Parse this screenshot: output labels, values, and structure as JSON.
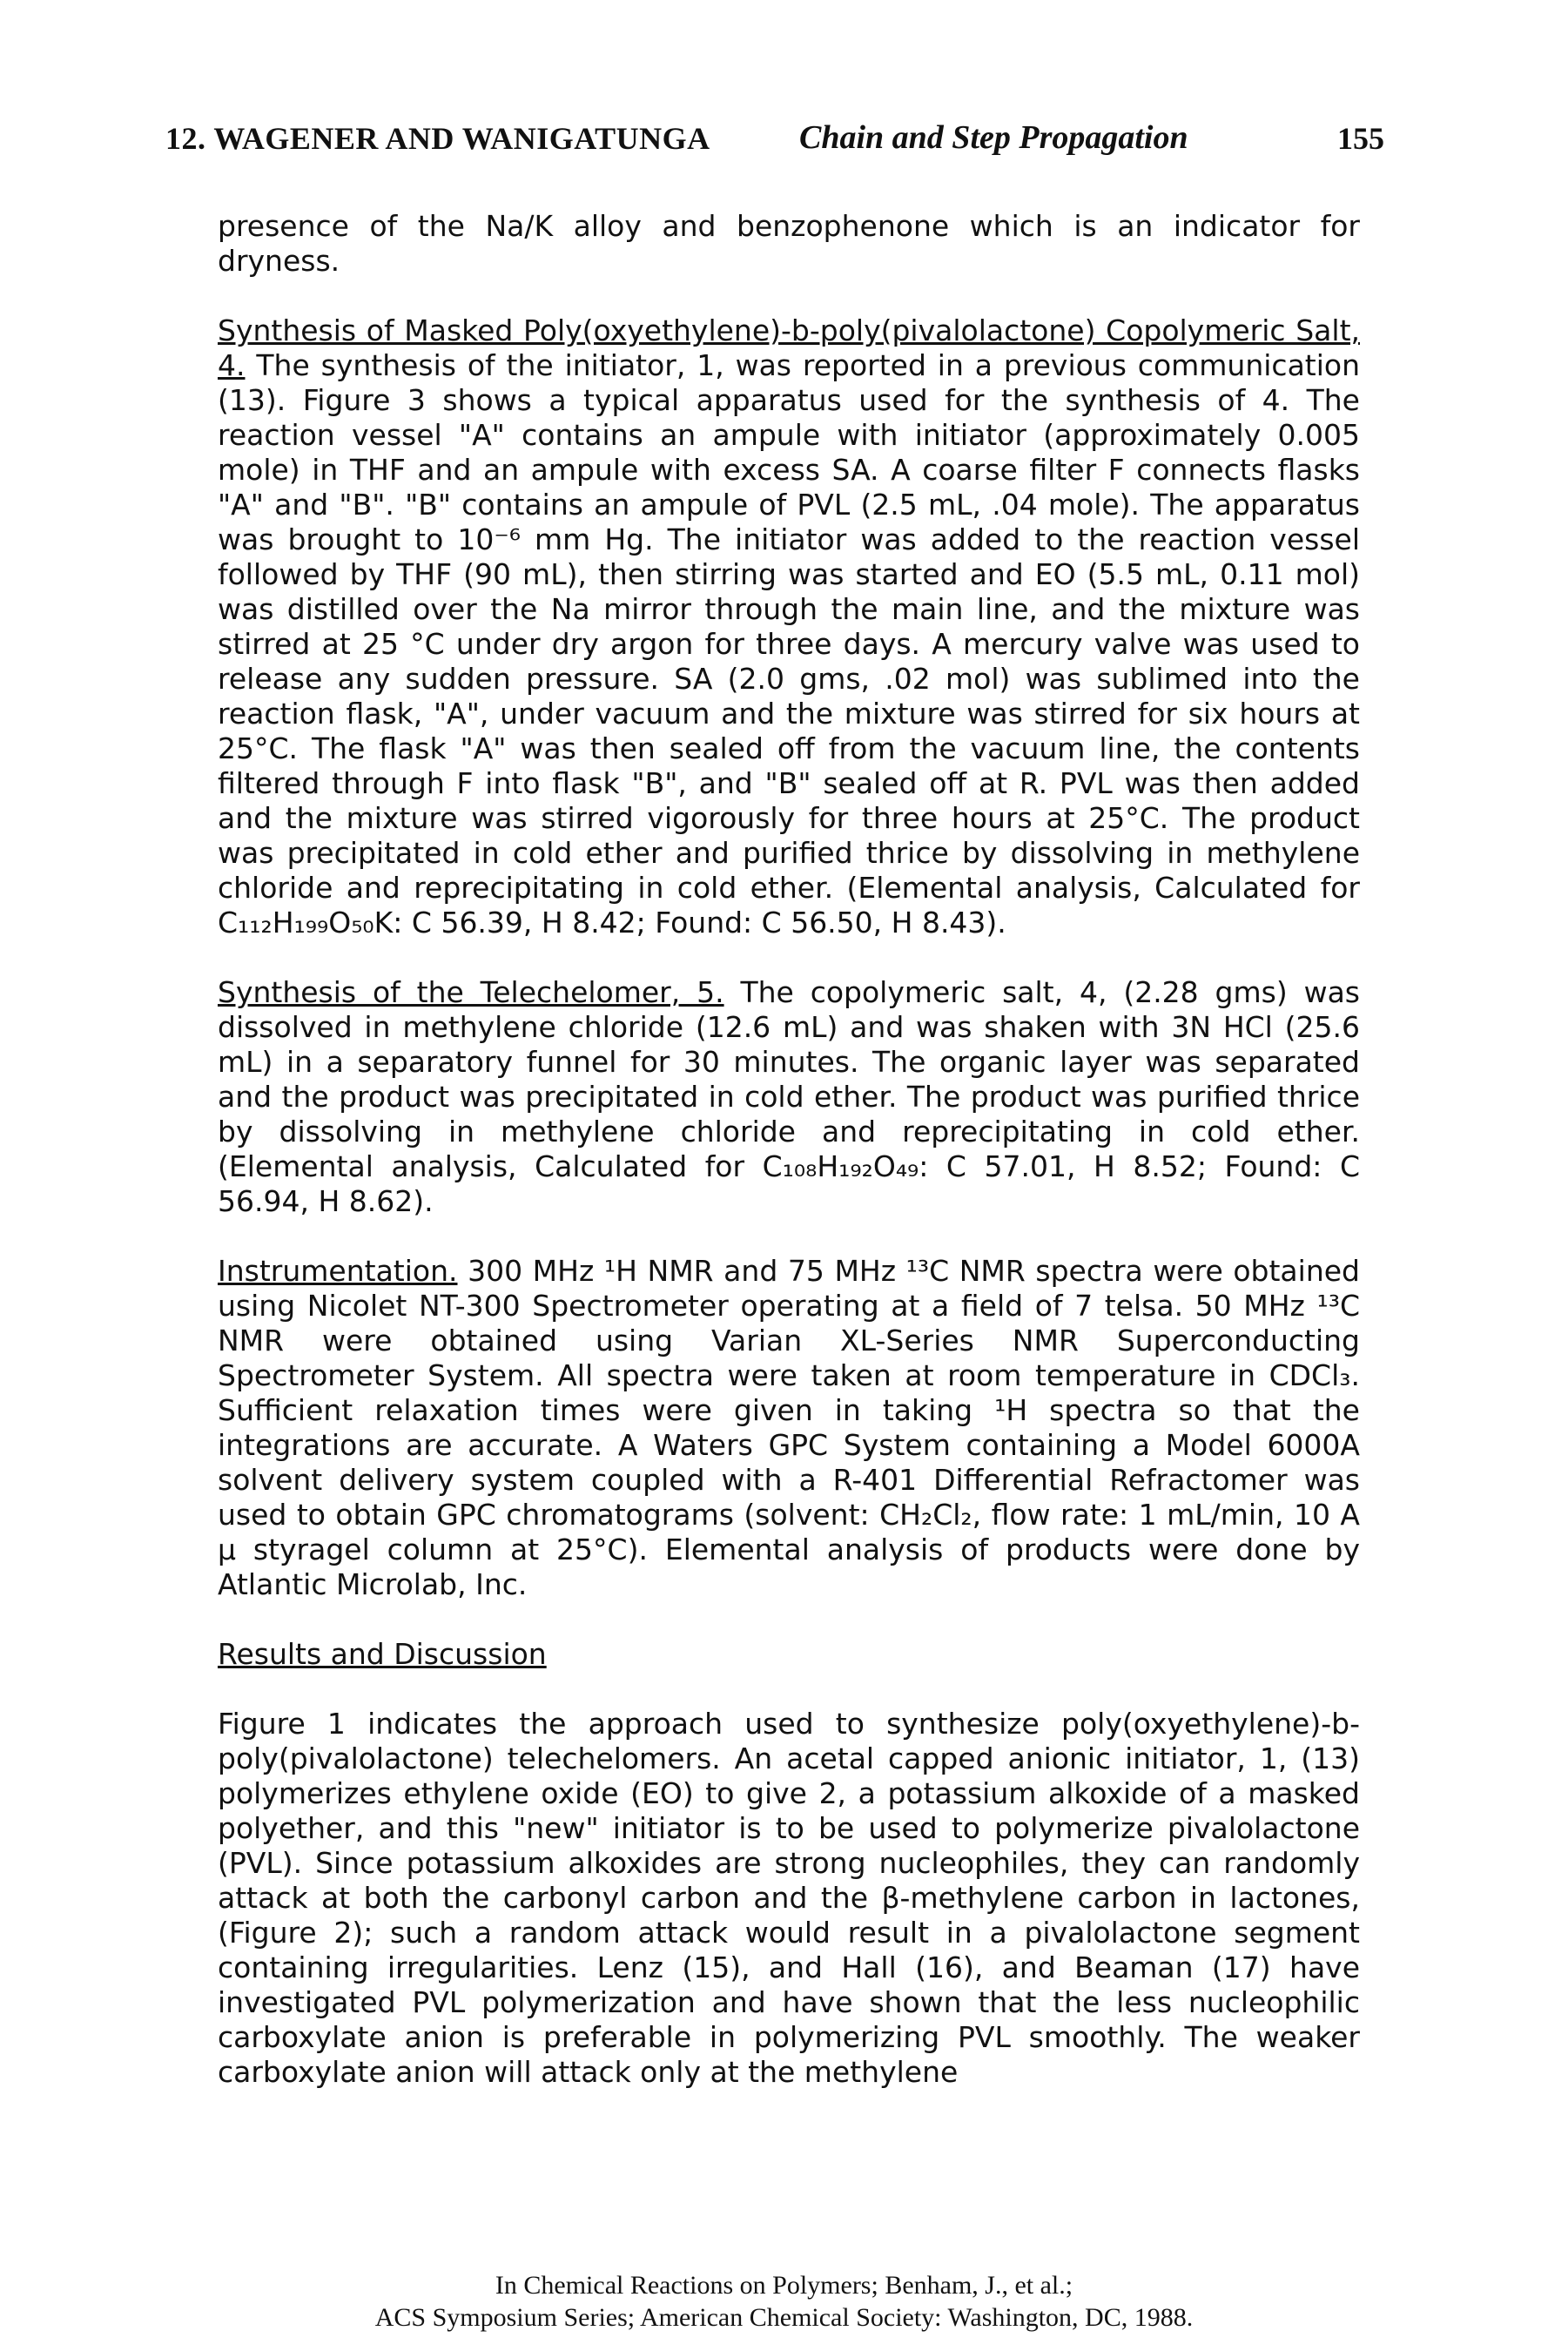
{
  "header": {
    "chapter": "12. WAGENER AND WANIGATUNGA",
    "running_title": "Chain and Step Propagation",
    "page_number": "155"
  },
  "paragraphs": {
    "p1": "presence of the Na/K alloy and benzophenone which is an indicator for dryness.",
    "p2_head": "Synthesis of Masked Poly(oxyethylene)-b-poly(pivalolactone) Copolymeric Salt, 4.",
    "p2_body": "The synthesis of the initiator, 1, was reported in a previous communication (13). Figure 3 shows a typical apparatus used for the synthesis of 4. The reaction vessel \"A\" contains an ampule with initiator (approximately 0.005 mole) in THF and an ampule with excess SA. A coarse filter F connects flasks \"A\" and \"B\". \"B\" contains an ampule of PVL (2.5 mL, .04 mole). The apparatus was brought to 10⁻⁶ mm Hg. The initiator was added to the reaction vessel followed by THF (90 mL), then stirring was started and EO (5.5 mL, 0.11 mol) was distilled over the Na mirror through the main line, and the mixture was stirred at 25 °C under dry argon for three days. A mercury valve was used to release any sudden pressure. SA (2.0 gms, .02 mol) was sublimed into the reaction flask, \"A\", under vacuum and the mixture was stirred for six hours at 25°C. The flask \"A\" was then sealed off from the vacuum line, the contents filtered through F into flask \"B\", and \"B\" sealed off at R. PVL was then added and the mixture was stirred vigorously for three hours at 25°C. The product was precipitated in cold ether and purified thrice by dissolving in methylene chloride and reprecipitating in cold ether. (Elemental analysis, Calculated for C₁₁₂H₁₉₉O₅₀K: C 56.39, H 8.42; Found: C 56.50, H 8.43).",
    "p3_head": "Synthesis of the Telechelomer, 5.",
    "p3_body": "The copolymeric salt, 4, (2.28 gms) was dissolved in methylene chloride (12.6 mL) and was shaken with 3N HCl (25.6 mL) in a separatory funnel for 30 minutes. The organic layer was separated and the product was precipitated in cold ether. The product was purified thrice by dissolving in methylene chloride and reprecipitating in cold ether. (Elemental analysis, Calculated for C₁₀₈H₁₉₂O₄₉: C 57.01, H 8.52; Found: C 56.94, H 8.62).",
    "p4_head": "Instrumentation.",
    "p4_body": "300 MHz ¹H NMR and 75 MHz ¹³C NMR spectra were obtained using Nicolet NT-300 Spectrometer operating at a field of 7 telsa. 50 MHz ¹³C NMR were obtained using Varian XL-Series NMR Superconducting Spectrometer System. All spectra were taken at room temperature in CDCl₃. Sufficient relaxation times were given in taking ¹H spectra so that the integrations are accurate. A Waters GPC System containing a Model 6000A solvent delivery system coupled with a R-401 Differential Refractomer was used to obtain GPC chromatograms (solvent: CH₂Cl₂, flow rate: 1 mL/min, 10 A μ styragel column at 25°C). Elemental analysis of products were done by Atlantic Microlab, Inc.",
    "section_heading": "Results and Discussion",
    "p5": "Figure 1 indicates the approach used to synthesize poly(oxyethylene)-b-poly(pivalolactone) telechelomers. An acetal capped anionic initiator, 1, (13) polymerizes ethylene oxide (EO) to give 2, a potassium alkoxide of a masked polyether, and this \"new\" initiator is to be used to polymerize pivalolactone (PVL). Since potassium alkoxides are strong nucleophiles, they can randomly attack at both the carbonyl carbon and the β-methylene carbon in lactones, (Figure 2); such a random attack would result in a pivalolactone segment containing irregularities. Lenz (15), and Hall (16), and Beaman (17) have investigated PVL polymerization and have shown that the less nucleophilic carboxylate anion is preferable in polymerizing PVL smoothly. The weaker carboxylate anion will attack only at the methylene"
  },
  "footer": {
    "line1": "In Chemical Reactions on Polymers; Benham, J., et al.;",
    "line2": "ACS Symposium Series; American Chemical Society: Washington, DC, 1988."
  }
}
